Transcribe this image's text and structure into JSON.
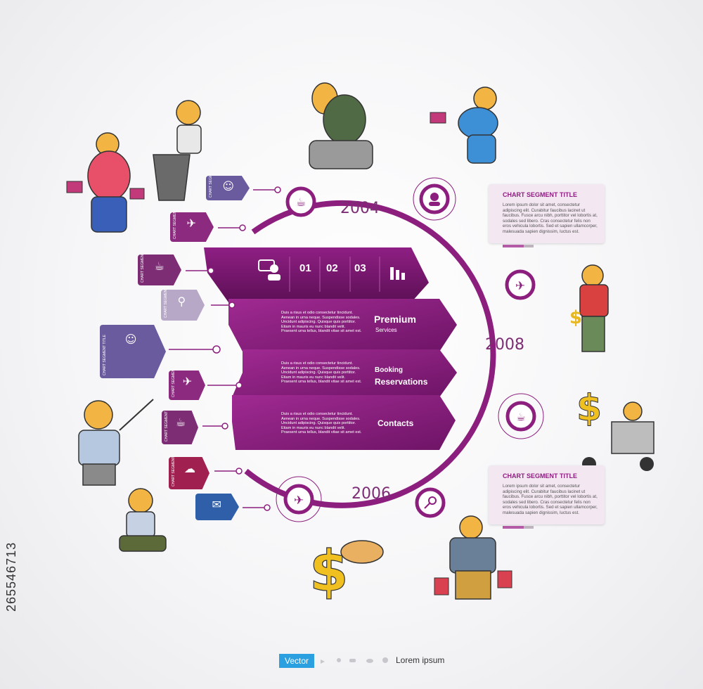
{
  "years": [
    "2004",
    "2008",
    "2006"
  ],
  "ribbon": {
    "numbers": [
      "01",
      "02",
      "03"
    ],
    "rows": [
      {
        "title_line1": "Premium",
        "title_line2": "Services",
        "body": "Duis a risus et odio consectetur tincidunt. Aenean in urna neque. Suspendisse sodales. Uncidunt adipiscing. Quisque quis porttitor. Etiam in mauris eu nunc blandit velit. Praesent urna tellus, blandit vitae sit amet est."
      },
      {
        "title_line1": "Booking",
        "title_line2": "Reservations",
        "body": "Duis a risus et odio consectetur tincidunt. Aenean in urna neque. Suspendisse sodales. Uncidunt adipiscing. Quisque quis porttitor. Etiam in mauris eu nunc blandit velit. Praesent urna tellus, blandit vitae sit amet est."
      },
      {
        "title_line1": "Contacts",
        "title_line2": "",
        "body": "Duis a risus et odio consectetur tincidunt. Aenean in urna neque. Suspendisse sodales. Uncidunt adipiscing. Quisque quis porttitor. Etiam in mauris eu nunc blandit velit. Praesent urna tellus, blandit vitae sit amet est."
      }
    ]
  },
  "panels": [
    {
      "title": "CHART SEGMENT TITLE",
      "body": "Lorem ipsum dolor sit amet, consectetur adipiscing elit. Curabitur faucibus lacinet ut faucibus. Fusce arcu nibh, porttitor vel lobortis at, sodales sed libero. Cras consectetur felis non eros vehicula lobortis. Sed et sapien ullamcorper, malesuada sapien dignissim, luctus est."
    },
    {
      "title": "CHART SEGMENT TITLE",
      "body": "Lorem ipsum dolor sit amet, consectetur adipiscing elit. Curabitur faucibus lacinet ut faucibus. Fusce arcu nibh, porttitor vel lobortis at, sodales sed libero. Cras consectetur felis non eros vehicula lobortis. Sed et sapien ullamcorper, malesuada sapien dignissim, luctus est."
    }
  ],
  "tags": [
    {
      "label": "CHART SEGMENT TITLE",
      "icon": "chef-icon",
      "color": "#6a5a9e"
    },
    {
      "label": "CHART SEGMENT TITLE",
      "icon": "airplane-icon",
      "color": "#8c2a7f"
    },
    {
      "label": "CHART SEGMENT TITLE",
      "icon": "coffee-icon",
      "color": "#7c2d74"
    },
    {
      "label": "CHART SEGMENT TITLE",
      "icon": "magnifier-icon",
      "color": "#b8a8c8"
    },
    {
      "label": "CHART SEGMENT TITLE",
      "icon": "chef-icon",
      "color": "#6a5a9e"
    },
    {
      "label": "CHART SEGMENT TITLE",
      "icon": "airplane-icon",
      "color": "#8c2a7f"
    },
    {
      "label": "CHART SEGMENT TITLE",
      "icon": "coffee-icon",
      "color": "#7c2d74"
    },
    {
      "label": "CHART SEGMENT TITLE",
      "icon": "chat-icon",
      "color": "#a0204f"
    },
    {
      "label": "",
      "icon": "mail-icon",
      "color": "#2f5fa8"
    }
  ],
  "ring_icons": [
    "coffee-icon",
    "chef-icon",
    "airplane-icon",
    "coffee-icon",
    "magnifier-icon",
    "airplane-icon"
  ],
  "footer": {
    "badge": "Vector",
    "caption": "Lorem ipsum"
  },
  "side_code": "265546713",
  "colors": {
    "accent": "#8c1f7e",
    "accent_dark": "#5e1257",
    "blue": "#2f5fa8"
  }
}
